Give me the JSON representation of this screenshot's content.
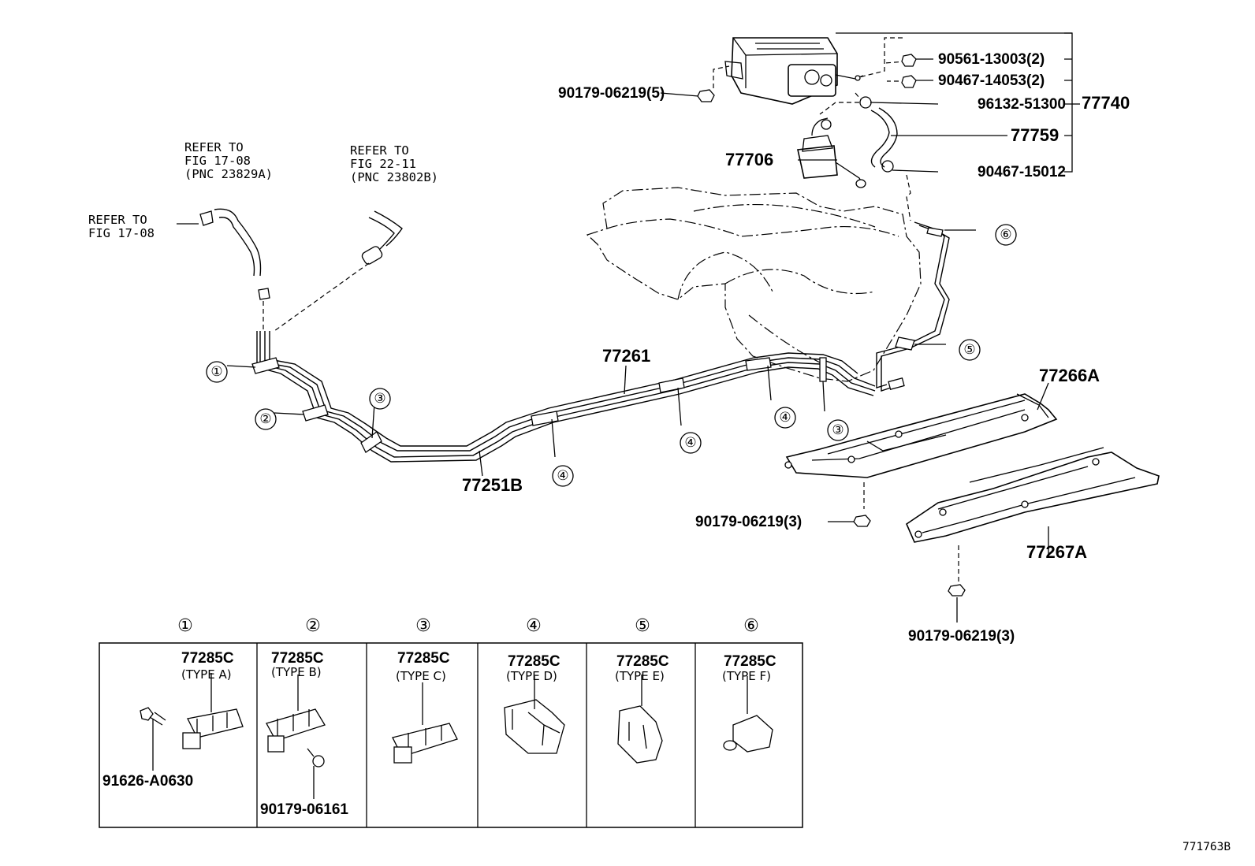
{
  "refs": {
    "fig_17_08_pnc_line1": "REFER TO",
    "fig_17_08_pnc_line2": "FIG 17-08",
    "fig_17_08_pnc_line3": "(PNC 23829A)",
    "fig_22_11_line1": "REFER TO",
    "fig_22_11_line2": "FIG 22-11",
    "fig_22_11_line3": "(PNC 23802B)",
    "fig_17_08_line1": "REFER TO",
    "fig_17_08_line2": "FIG 17-08"
  },
  "parts": {
    "p77261": "77261",
    "p77251B": "77251B",
    "p77266A": "77266A",
    "p77267A": "77267A",
    "p77706": "77706",
    "p77740": "77740",
    "p77759": "77759",
    "p90561": "90561-13003(2)",
    "p90467a": "90467-14053(2)",
    "p96132": "96132-51300",
    "p90467b": "90467-15012",
    "p90179_5": "90179-06219(5)",
    "p90179_3a": "90179-06219(3)",
    "p90179_3b": "90179-06219(3)"
  },
  "callouts": [
    "①",
    "②",
    "③",
    "④",
    "⑤",
    "⑥"
  ],
  "legend": {
    "columns": [
      {
        "num": "①",
        "part": "77285C",
        "type": "(TYPE A)",
        "extra": "91626-A0630"
      },
      {
        "num": "②",
        "part": "77285C",
        "type": "(TYPE B)",
        "extra": "90179-06161"
      },
      {
        "num": "③",
        "part": "77285C",
        "type": "(TYPE C)"
      },
      {
        "num": "④",
        "part": "77285C",
        "type": "(TYPE D)"
      },
      {
        "num": "⑤",
        "part": "77285C",
        "type": "(TYPE E)"
      },
      {
        "num": "⑥",
        "part": "77285C",
        "type": "(TYPE F)"
      }
    ]
  },
  "figure_id": "771763B"
}
